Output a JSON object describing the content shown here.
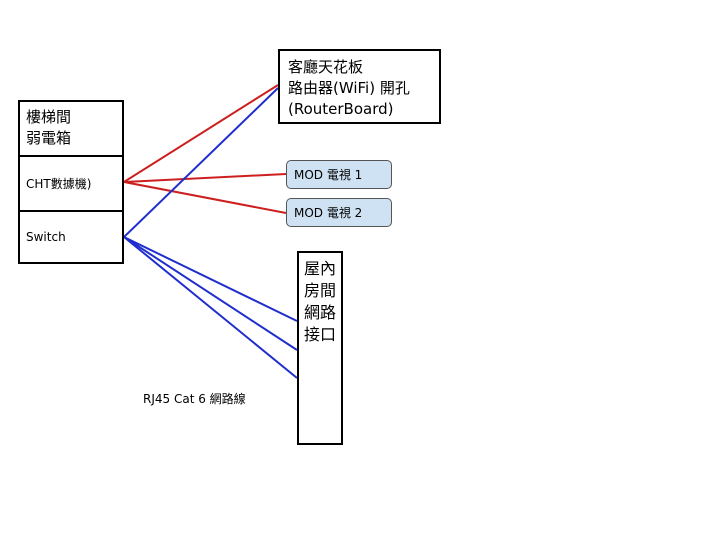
{
  "cabinet": {
    "title": "樓梯間\n弱電箱",
    "cht_modem": "CHT數據機)",
    "switch": "Switch"
  },
  "router": {
    "label": "客廳天花板\n路由器(WiFi) 開孔\n(RouterBoard)"
  },
  "tv1": {
    "label": "MOD 電視 1"
  },
  "tv2": {
    "label": "MOD 電視 2"
  },
  "room_ports": {
    "label": "屋內房間網路接口"
  },
  "cable": {
    "label": "RJ45 Cat 6 網路線"
  },
  "colors": {
    "red_line": "#cc1f1f",
    "blue_line": "#1f2ecc",
    "mod_fill": "#cfe2f3"
  }
}
